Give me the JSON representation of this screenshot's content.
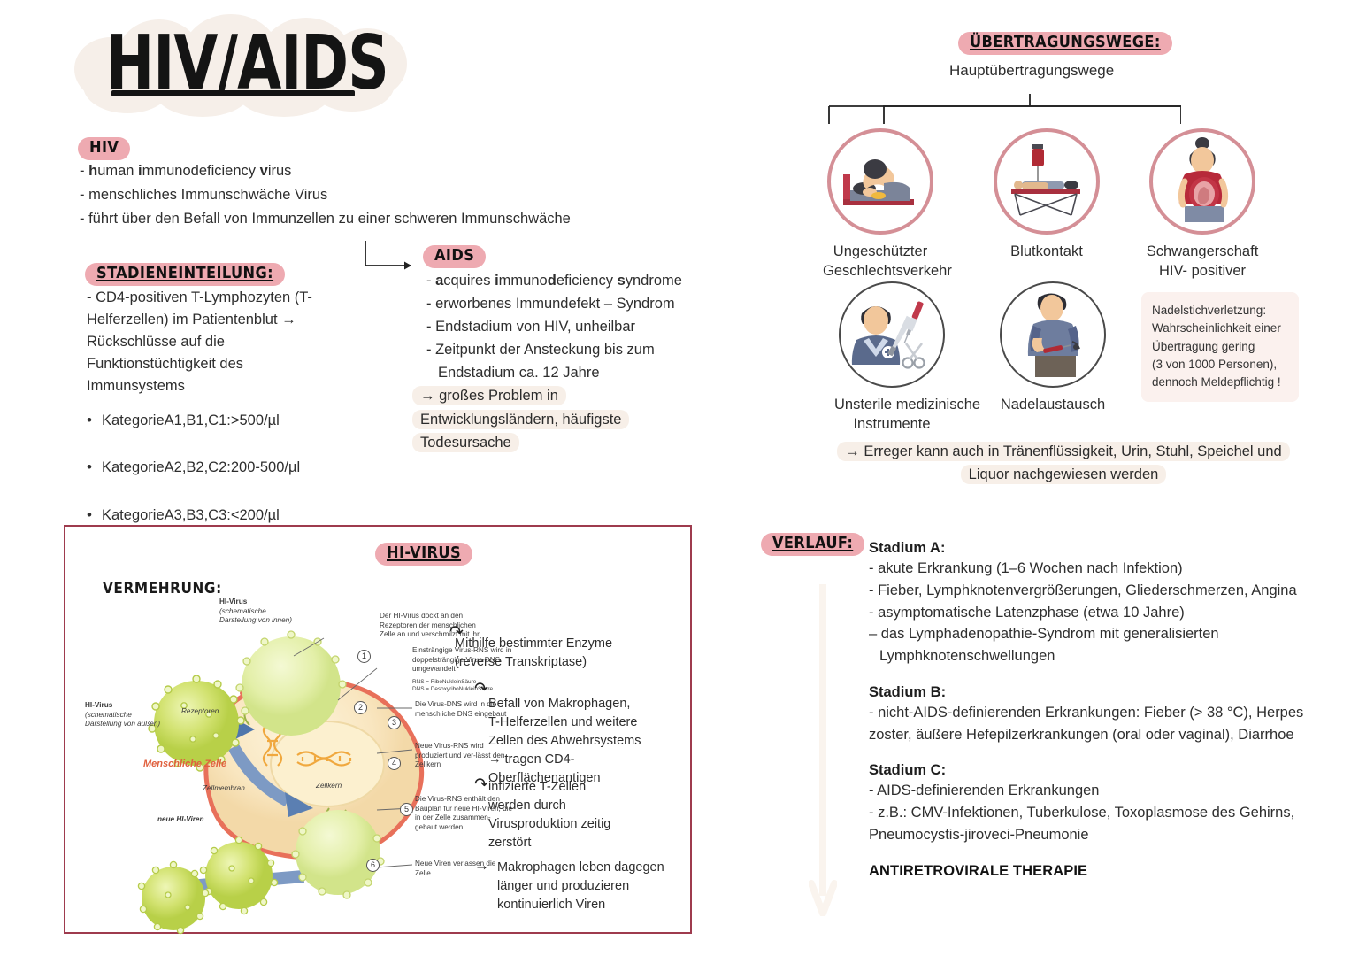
{
  "title": "HIV/AIDS",
  "hiv": {
    "tag": "HIV",
    "lines": [
      "- human immunodeficiency virus",
      "- menschliches Immunschwäche Virus",
      "- führt über den Befall von Immunzellen zu einer schweren Immunschwäche"
    ],
    "bold_initials": [
      "h",
      "i",
      "v"
    ]
  },
  "stadien": {
    "tag": "STADIENEINTEILUNG:",
    "lead": "- CD4-positiven T-Lymphozyten (T-Helferzellen) im Patientenblut → Rückschlüsse auf die Funktionstüchtigkeit des Immunsystems",
    "categories": [
      "KategorieA1,B1,C1:>500/µl",
      "KategorieA2,B2,C2:200-500/µl",
      "KategorieA3,B3,C3:<200/µl"
    ]
  },
  "aids": {
    "tag": "AIDS",
    "lines": [
      "- acquires immunodeficiency syndrome",
      "- erworbenes Immundefekt – Syndrom",
      "- Endstadium von HIV, unheilbar",
      "- Zeitpunkt der Ansteckung bis zum",
      "Endstadium ca. 12 Jahre"
    ],
    "note": "→ großes Problem in Entwicklungsländern, häufigste Todesursache"
  },
  "uebertragung": {
    "tag": "ÜBERTRAGUNGSWEGE:",
    "subtitle": "Hauptübertragungswege",
    "items": [
      {
        "label": "Ungeschützter\nGeschlechtsverkehr",
        "icon": "couple-in-bed-icon",
        "ring": "pink"
      },
      {
        "label": "Blutkontakt",
        "icon": "blood-transfusion-icon",
        "ring": "pink"
      },
      {
        "label": "Schwangerschaft\nHIV- positiver",
        "icon": "pregnant-woman-icon",
        "ring": "pink"
      },
      {
        "label": "Unsterile medizinische\nInstrumente",
        "icon": "doctor-instruments-icon",
        "ring": "gray"
      },
      {
        "label": "Nadelaustausch",
        "icon": "needle-exchange-icon",
        "ring": "gray"
      }
    ],
    "note": "Nadelstichverletzung: Wahrscheinlichkeit einer Übertragung gering (3 von 1000 Personen), dennoch Meldepflichtig !",
    "footer": "→ Erreger kann auch in Tränenflüssigkeit, Urin, Stuhl, Speichel und Liquor nachgewiesen werden"
  },
  "verlauf": {
    "tag": "VERLAUF:",
    "stages": [
      {
        "heading": "Stadium A:",
        "lines": [
          "- akute Erkrankung (1–6 Wochen nach Infektion)",
          "- Fieber, Lymphknotenvergrößerungen, Gliederschmerzen, Angina",
          "- asymptomatische Latenzphase (etwa 10 Jahre)",
          "– das Lymphadenopathie-Syndrom mit generalisierten Lymphknotenschwellungen"
        ]
      },
      {
        "heading": "Stadium B:",
        "lines": [
          "- nicht-AIDS-definierenden Erkrankungen: Fieber (> 38 °C), Herpes zoster, äußere Hefepilzerkrankungen (oral oder vaginal), Diarrhoe"
        ]
      },
      {
        "heading": "Stadium C:",
        "lines": [
          "-  AIDS-definierenden Erkrankungen",
          "- z.B.: CMV-Infektionen, Tuberkulose, Toxoplasmose des Gehirns, Pneumocystis-jiroveci-Pneumonie"
        ]
      }
    ],
    "therapy": "ANTIRETROVIRALE THERAPIE"
  },
  "diagram": {
    "tag": "HI-VIRUS",
    "heading": "VERMEHRUNG:",
    "labels": {
      "virus_outside_title": "HI-Virus",
      "virus_outside_sub": "(schematische\nDarstellung von außen)",
      "virus_inside_title": "HI-Virus",
      "virus_inside_sub": "(schematische\nDarstellung von innen)",
      "receptors": "Rezeptoren",
      "human_cell": "Menschliche Zelle",
      "membrane": "Zellmembran",
      "nucleus": "Zellkern",
      "new_viruses": "neue HI-Viren"
    },
    "steps": [
      {
        "n": "1",
        "text": "Der HI-Virus dockt an den Rezeptoren der menschlichen Zelle an und verschmilzt mit ihr"
      },
      {
        "n": "2",
        "text": "Einsträngige Virus-RNS wird in doppelsträngige Virus-DNS umgewandelt",
        "sub": [
          "RNS = RiboNukleinSäure",
          "DNS = DesoxyriboNukleinSäure"
        ]
      },
      {
        "n": "3",
        "text": "Die Virus-DNS wird in die menschliche DNS eingebaut"
      },
      {
        "n": "4",
        "text": "Neue Virus-RNS wird produziert und ver-lässt den Zellkern"
      },
      {
        "n": "5",
        "text": "Die Virus-RNS enthält den Bauplan für neue HI-Viren, die in der Zelle zusammen-gebaut werden"
      },
      {
        "n": "6",
        "text": "Neue Viren verlassen die Zelle"
      }
    ],
    "annotations": [
      "Mithilfe bestimmter Enzyme (reverse Transkriptase)",
      "Befall von Makrophagen, T-Helferzellen und weitere Zellen des Abwehrsystems → tragen CD4-Oberflächenantigen",
      "infizierte T-Zellen werden durch Virusproduktion zeitig zerstört",
      "Makrophagen leben dagegen länger und produzieren kontinuierlich Viren"
    ]
  },
  "colors": {
    "pink_pill": "#eeaab1",
    "cream": "#f7efe8",
    "box_border": "#9e3b4e",
    "virus_green": "#cfe06a",
    "cell_membrane": "#e8705a",
    "dna_orange": "#f0a83e",
    "arrow_blue": "#5f81b5"
  }
}
